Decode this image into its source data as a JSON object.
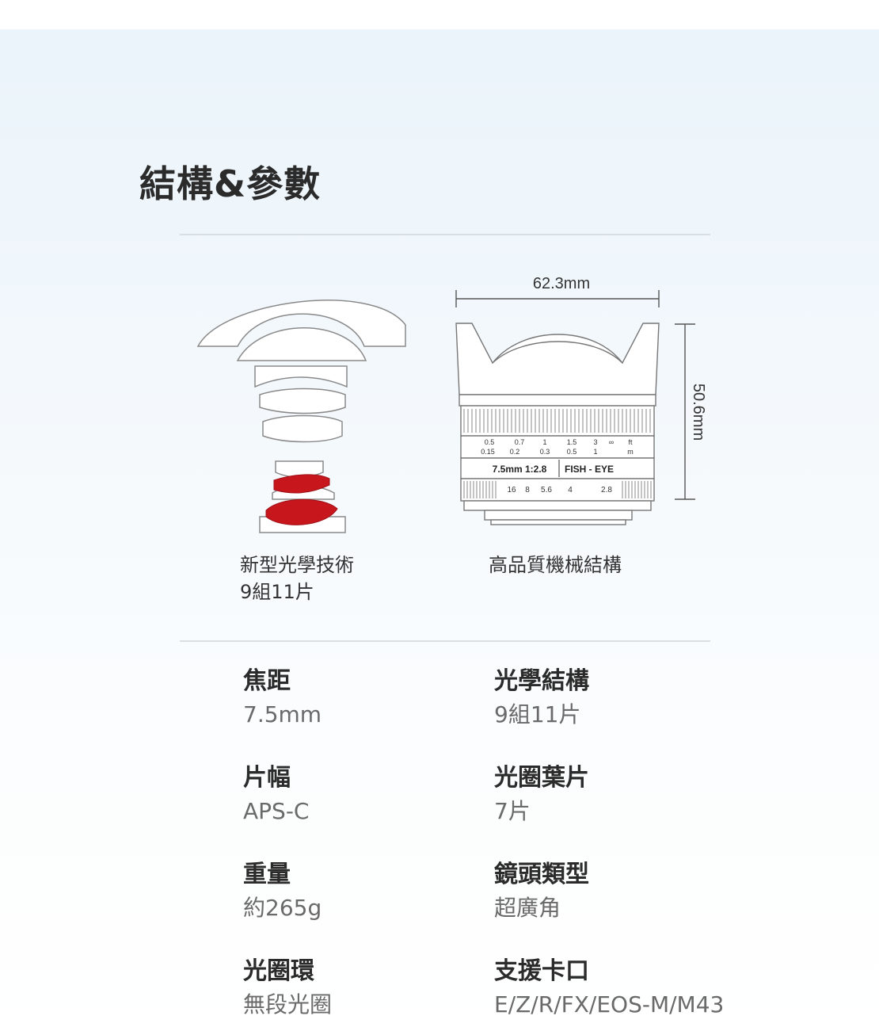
{
  "header": {
    "title": "結構&參數"
  },
  "diagram": {
    "width_label": "62.3mm",
    "height_label": "50.6mm",
    "focus_ft": [
      "0.5",
      "0.7",
      "1",
      "1.5",
      "3",
      "∞",
      "ft"
    ],
    "focus_m": [
      "0.15",
      "0.2",
      "0.3",
      "0.5",
      "1",
      "m"
    ],
    "lens_name": "7.5mm  1:2.8",
    "lens_type": "FISH - EYE",
    "aperture_scale": [
      "16",
      "8",
      "5.6",
      "4",
      "2.8"
    ],
    "highlight_color": "#c8161d"
  },
  "captions": {
    "optics_line1": "新型光學技術",
    "optics_line2": "9組11片",
    "mechanics": "高品質機械結構"
  },
  "specs": [
    {
      "label": "焦距",
      "value": "7.5mm"
    },
    {
      "label": "光學結構",
      "value": "9組11片"
    },
    {
      "label": "片幅",
      "value": "APS-C"
    },
    {
      "label": "光圈葉片",
      "value": "7片"
    },
    {
      "label": "重量",
      "value": "約265g"
    },
    {
      "label": "鏡頭類型",
      "value": "超廣角"
    },
    {
      "label": "光圈環",
      "value": "無段光圈"
    },
    {
      "label": "支援卡口",
      "value": "E/Z/R/FX/EOS-M/M43"
    }
  ]
}
